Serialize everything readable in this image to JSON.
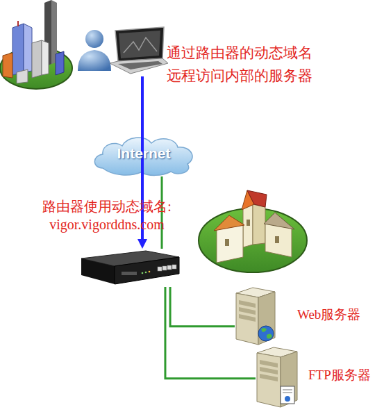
{
  "diagram": {
    "nodes": [
      {
        "text": [
          "通过路由器的动态域名 远程访问内部的服务器"
        ]
      },
      {
        "text": [
          "Internet"
        ]
      },
      {
        "text": [
          "路由器使用动态域名: vigor.vigorddns.com"
        ]
      },
      {
        "text": [
          "Web服务器"
        ]
      },
      {
        "text": [
          "FTP服务器"
        ]
      }
    ],
    "edges": [
      {
        "from": 0,
        "to": 2,
        "arrow": "to"
      },
      {
        "from": 1,
        "to": 2,
        "arrow": "none"
      },
      {
        "from": 2,
        "to": 3,
        "arrow": "none"
      },
      {
        "from": 2,
        "to": 4,
        "arrow": "none"
      }
    ]
  }
}
